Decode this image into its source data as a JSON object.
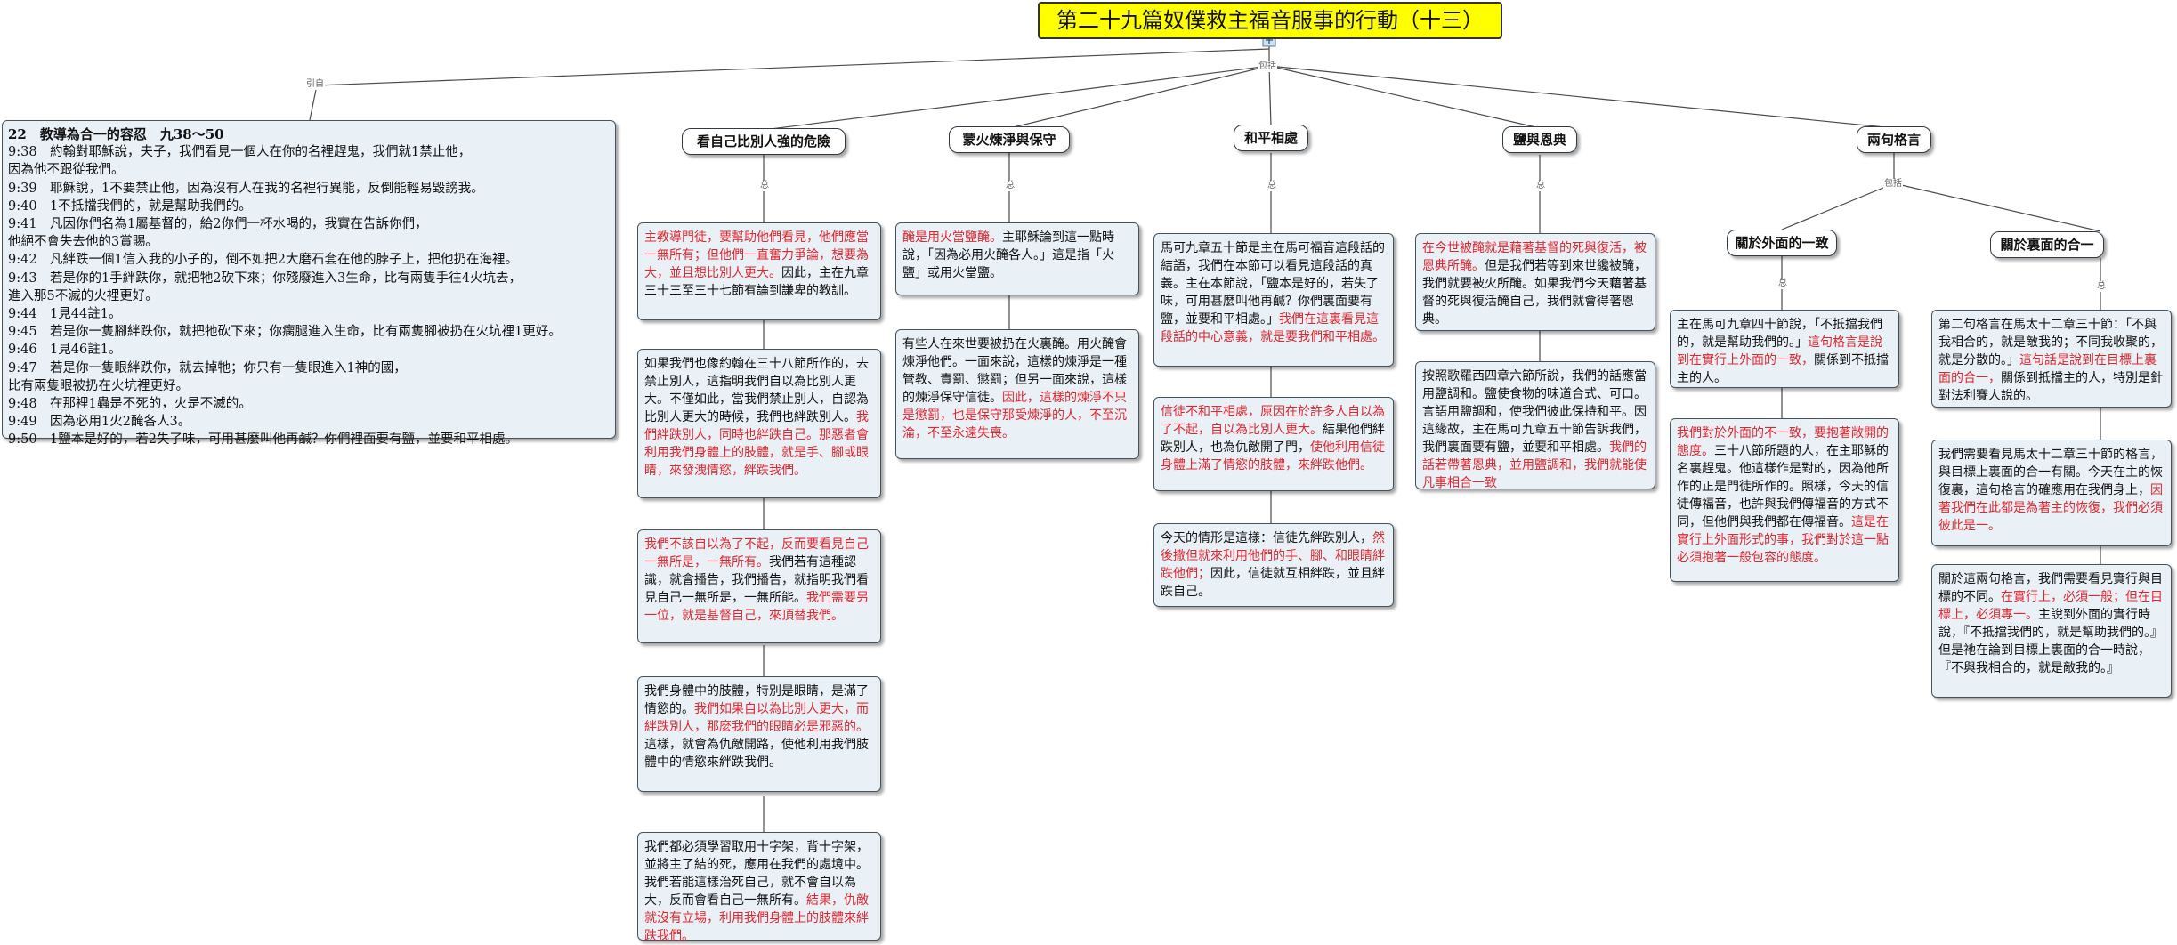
{
  "root": {
    "title": "第二十九篇奴僕救主福音服事的行動（十三）"
  },
  "labels": {
    "quote": "引自",
    "include": "包括",
    "summary": "总",
    "include2": "包括"
  },
  "scripture": {
    "header": "22　教導為合一的容忍　九38～50",
    "verses": [
      "9:38　約翰對耶穌說，夫子，我們看見一個人在你的名裡趕鬼，我們就1禁止他，",
      "因為他不跟從我們。",
      "9:39　耶穌說，1不要禁止他，因為沒有人在我的名裡行異能，反倒能輕易毀謗我。",
      "9:40　1不抵擋我們的，就是幫助我們的。",
      "9:41　凡因你們名為1屬基督的，給2你們一杯水喝的，我實在告訴你們，",
      "他絕不會失去他的3賞賜。",
      "9:42　凡絆跌一個1信入我的小子的，倒不如把2大磨石套在他的脖子上，把他扔在海裡。",
      "9:43　若是你的1手絆跌你，就把牠2砍下來；你殘廢進入3生命，比有兩隻手往4火坑去，",
      "進入那5不滅的火裡更好。",
      "9:44　1見44註1。",
      "9:45　若是你一隻腳絆跌你，就把牠砍下來；你瘸腿進入生命，比有兩隻腳被扔在火坑裡1更好。",
      "9:46　1見46註1。",
      "9:47　若是你一隻眼絆跌你，就去掉牠；你只有一隻眼進入1神的國，",
      "比有兩隻眼被扔在火坑裡更好。",
      "9:48　在那裡1蟲是不死的，火是不滅的。",
      "9:49　因為必用1火2醃各人3。",
      "9:50　1鹽本是好的，若2失了味，可用甚麼叫他再鹹？你們裡面要有鹽，並要和平相處。"
    ]
  },
  "topics": {
    "t1": "看自己比別人強的危險",
    "t2": "蒙火煉淨與保守",
    "t3": "和平相處",
    "t4": "鹽與恩典",
    "t5": "兩句格言",
    "t5a": "關於外面的一致",
    "t5b": "關於裏面的合一"
  },
  "notes": {
    "n1a": [
      {
        "t": "主教導門徒，要幫助他們看見，他們應當一無所有；但他們一直奮力爭論，想要為大，並且想比別人更大。",
        "red": true
      },
      {
        "t": "因此，主在九章三十三至三十七節有論到謙卑的教訓。",
        "red": false
      }
    ],
    "n1b": [
      {
        "t": "如果我們也像約翰在三十八節所作的，去禁止別人，這指明我們自以為比別人更大。不僅如此，當我們禁止別人，自認為比別人更大的時候，我們也絆跌別人。",
        "red": false
      },
      {
        "t": "我們絆跌別人，同時也絆跌自己。那惡者會利用我們身體上的肢體，就是手、腳或眼睛，來發洩情慾，絆跌我們。",
        "red": true
      }
    ],
    "n1c": [
      {
        "t": "我們不該自以為了不起，反而要看見自己一無所是，一無所有。",
        "red": true
      },
      {
        "t": "我們若有這種認識，就會播告，我們播告，就指明我們看見自己一無所是，一無所能。",
        "red": false
      },
      {
        "t": "我們需要另一位，就是基督自己，來頂替我們。",
        "red": true
      }
    ],
    "n1d": [
      {
        "t": "我們身體中的肢體，特別是眼睛，是滿了情慾的。",
        "red": false
      },
      {
        "t": "我們如果自以為比別人更大，而絆跌別人，那麼我們的眼睛必是邪惡的。",
        "red": true
      },
      {
        "t": "這樣，就會為仇敵開路，使他利用我們肢體中的情慾來絆跌我們。",
        "red": false
      }
    ],
    "n1e": [
      {
        "t": "我們都必須學習取用十字架，背十字架，並將主了結的死，應用在我們的處境中。我們若能這樣治死自己，就不會自以為大，反而會看自己一無所有。",
        "red": false
      },
      {
        "t": "結果，仇敵就沒有立場，利用我們身體上的肢體來絆跌我們。",
        "red": true
      }
    ],
    "n2a": [
      {
        "t": "醃是用火當鹽醃。",
        "red": true
      },
      {
        "t": "主耶穌論到這一點時說，「因為必用火醃各人。」這是指「火鹽」或用火當鹽。",
        "red": false
      }
    ],
    "n2b": [
      {
        "t": "有些人在來世要被扔在火裏醃。用火醃會煉淨他們。一面來說，這樣的煉淨是一種管教、責罰、懲罰；但另一面來說，這樣的煉淨保守信徒。",
        "red": false
      },
      {
        "t": "因此，這樣的煉淨不只是懲罰，也是保守那受煉淨的人，不至沉淪，不至永遠失喪。",
        "red": true
      }
    ],
    "n3a": [
      {
        "t": "馬可九章五十節是主在馬可福音這段話的結語，我們在本節可以看見這段話的真義。主在本節說，「鹽本是好的，若失了味，可用甚麼叫他再鹹？你們裏面要有鹽，並要和平相處。」",
        "red": false
      },
      {
        "t": "我們在這裏看見這段話的中心意義，就是要我們和平相處。",
        "red": true
      }
    ],
    "n3b": [
      {
        "t": "信徒不和平相處，原因在於許多人自以為了不起，自以為比別人更大。",
        "red": true
      },
      {
        "t": "結果他們絆跌別人，也為仇敵開了門，",
        "red": false
      },
      {
        "t": "使他利用信徒身體上滿了情慾的肢體，來絆跌他們。",
        "red": true
      }
    ],
    "n3c": [
      {
        "t": "今天的情形是這樣：信徒先絆跌別人，",
        "red": false
      },
      {
        "t": "然後撒但就來利用他們的手、腳、和眼睛絆跌他們；",
        "red": true
      },
      {
        "t": "因此，信徒就互相絆跌，並且絆跌自己。",
        "red": false
      }
    ],
    "n4a": [
      {
        "t": "在今世被醃就是藉著基督的死與復活，被恩典所醃。",
        "red": true
      },
      {
        "t": "但是我們若等到來世纔被醃，我們就要被火所醃。如果我們今天藉著基督的死與復活醃自己，我們就會得著恩典。",
        "red": false
      }
    ],
    "n4b": [
      {
        "t": "按照歌羅西四章六節所說，我們的話應當用鹽調和。鹽使食物的味道合式、可口。言語用鹽調和，使我們彼此保持和平。因這緣故，主在馬可九章五十節告訴我們，我們裏面要有鹽，並要和平相處。",
        "red": false
      },
      {
        "t": "我們的話若帶著恩典，並用鹽調和，我們就能使凡事相合一致",
        "red": true
      }
    ],
    "n5a1": [
      {
        "t": "主在馬可九章四十節說，「不抵擋我們的，就是幫助我們的。」",
        "red": false
      },
      {
        "t": "這句格言是說到在實行上外面的一致，",
        "red": true
      },
      {
        "t": "關係到不抵擋主的人。",
        "red": false
      }
    ],
    "n5a2": [
      {
        "t": "我們對於外面的不一致，要抱著敞開的態度。",
        "red": true
      },
      {
        "t": "三十八節所題的人，在主耶穌的名裏趕鬼。他這樣作是對的，因為他所作的正是門徒所作的。照樣，今天的信徒傳福音，也許與我們傳福音的方式不同，但他們與我們都在傳福音。",
        "red": false
      },
      {
        "t": "這是在實行上外面形式的事，我們對於這一點必須抱著一般包容的態度。",
        "red": true
      }
    ],
    "n5b1": [
      {
        "t": "第二句格言在馬太十二章三十節：「不與我相合的，就是敵我的；不同我收聚的，就是分散的。」",
        "red": false
      },
      {
        "t": "這句話是說到在目標上裏面的合一，",
        "red": true
      },
      {
        "t": "關係到抵擋主的人，特別是針對法利賽人說的。",
        "red": false
      }
    ],
    "n5b2": [
      {
        "t": "我們需要看見馬太十二章三十節的格言，與目標上裏面的合一有關。今天在主的恢復裏，這句格言的確應用在我們身上，",
        "red": false
      },
      {
        "t": "因著我們在此都是為著主的恢復，我們必須彼此是一。",
        "red": true
      }
    ],
    "n5b3": [
      {
        "t": "關於這兩句格言，我們需要看見實行與目標的不同。",
        "red": false
      },
      {
        "t": "在實行上，必須一般；但在目標上，必須專一。",
        "red": true
      },
      {
        "t": "主說到外面的實行時說，『不抵擋我們的，就是幫助我們的。』但是祂在論到目標上裏面的合一時說，『不與我相合的，就是敵我的。』",
        "red": false
      }
    ]
  },
  "colors": {
    "root_fill": "#ffff00",
    "node_fill": "#e9f1f7",
    "highlight": "#e0262e",
    "edge": "#4a4a4a"
  }
}
